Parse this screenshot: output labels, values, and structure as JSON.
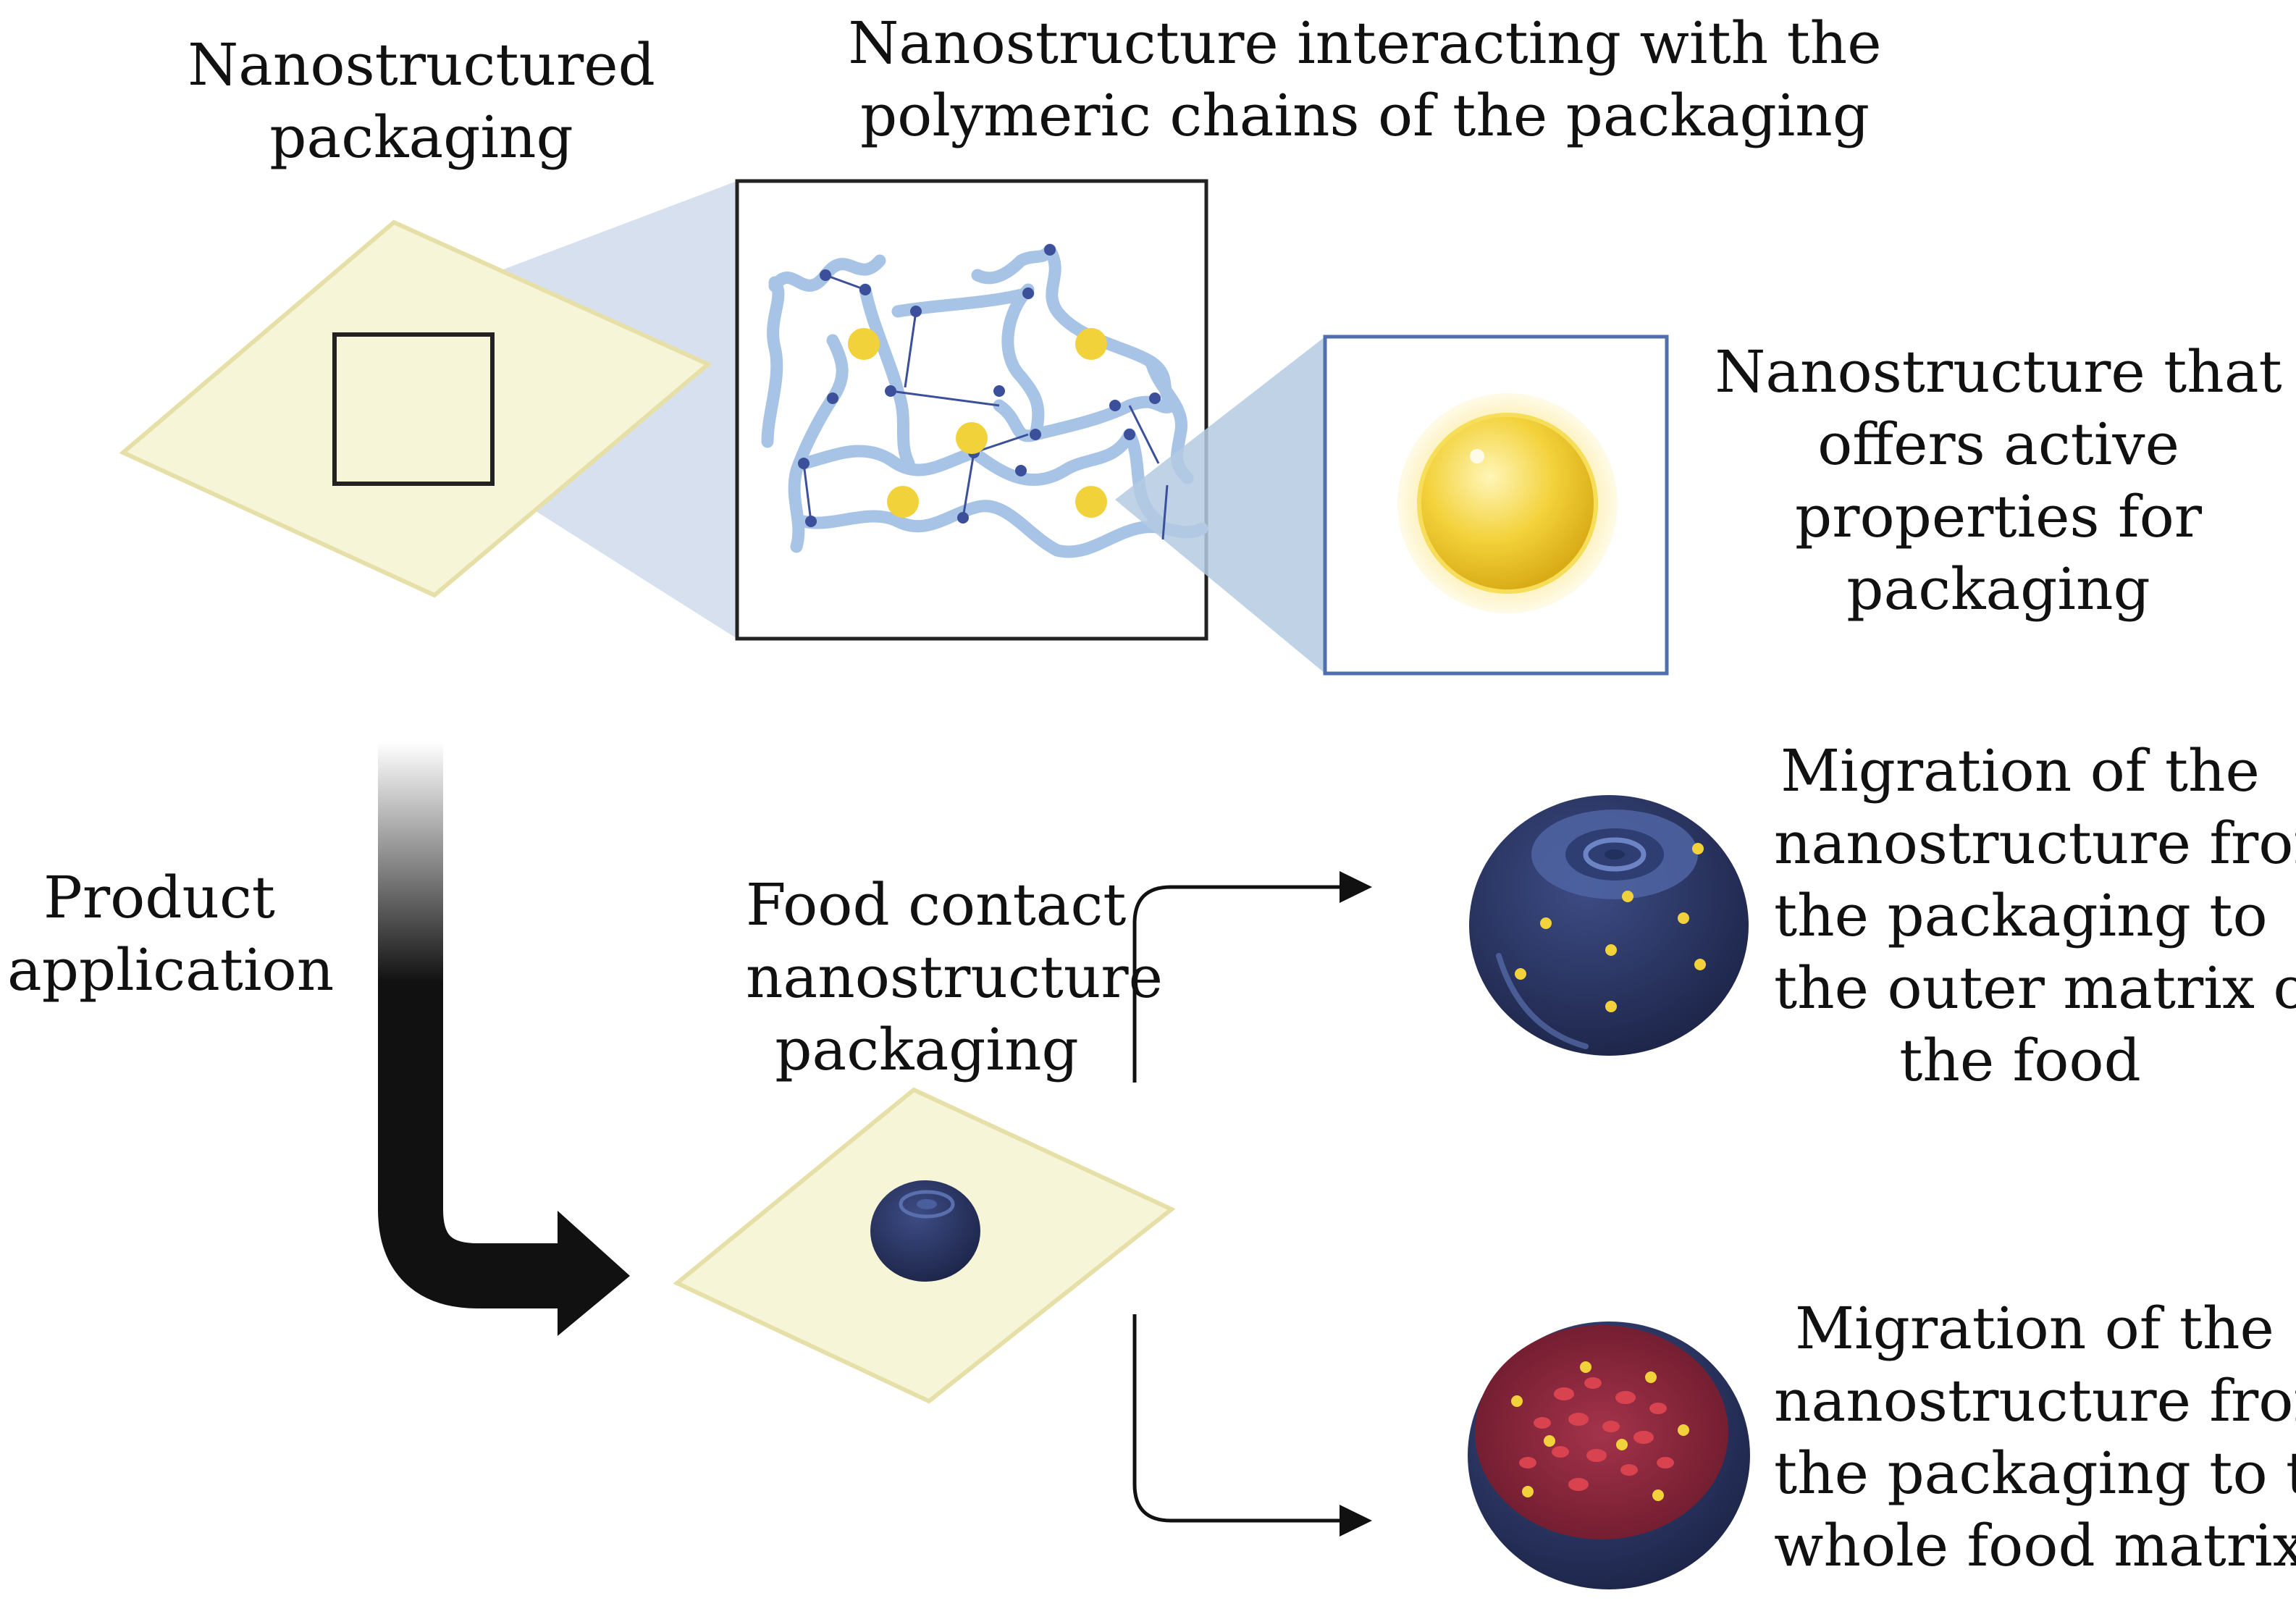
{
  "labels": {
    "nanostructured_packaging": [
      "Nanostructured",
      "packaging"
    ],
    "nanostructure_interacting": [
      "Nanostructure interacting with the",
      "polymeric chains of the packaging"
    ],
    "active_properties": [
      "Nanostructure that",
      "offers active",
      "properties for",
      "packaging"
    ],
    "product_application": [
      "Product",
      "application"
    ],
    "food_contact": [
      "Food contact",
      "nanostructure",
      "packaging"
    ],
    "migration_outer": [
      "Migration of the",
      "nanostructure from",
      "the packaging to",
      "the outer matrix of",
      "the food"
    ],
    "migration_whole": [
      "Migration of the",
      "nanostructure from",
      "the packaging to the",
      "whole food matrix"
    ]
  },
  "colors": {
    "packaging_fill": "#f7f5d8",
    "packaging_stroke": "#e6e0a8",
    "polymer_chain": "#a7c4e6",
    "crosslink_node": "#3b4f9a",
    "nanoparticle": "#f2d23a",
    "zoom_cone": "#c9d6e8",
    "fruit_dark": "#25305a",
    "fruit_flesh": "#7c1f33",
    "arrow": "#111111"
  },
  "icons": {
    "packaging_sheet": "packaging-sheet-icon",
    "polymer_network": "polymer-network-icon",
    "nanoparticle": "nanoparticle-icon",
    "blueberry_whole": "blueberry-whole-icon",
    "blueberry_cut": "blueberry-cut-icon"
  }
}
